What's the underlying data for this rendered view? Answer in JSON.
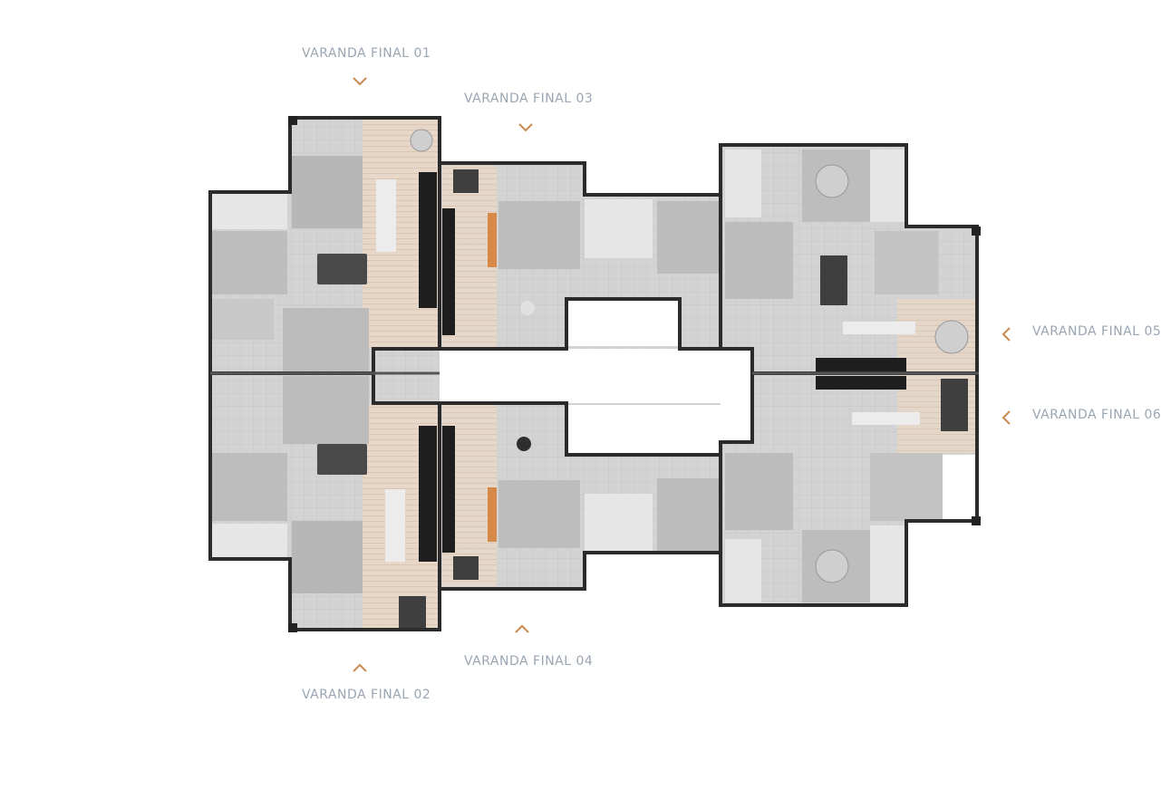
{
  "labels": {
    "final_01": "VARANDA FINAL 01",
    "final_02": "VARANDA FINAL 02",
    "final_03": "VARANDA FINAL 03",
    "final_04": "VARANDA FINAL 04",
    "final_05": "VARANDA FINAL 05",
    "final_06": "VARANDA FINAL 06"
  },
  "colors": {
    "accent": "#c98a4e",
    "label": "#9aa6b3",
    "wall": "#2b2b2b",
    "floor": "#cfcfcf",
    "floor_light": "#e2e2e2",
    "wood": "#e7d3c0"
  },
  "icons": {
    "down": "chevron-down-icon",
    "up": "chevron-up-icon",
    "left": "chevron-left-icon"
  }
}
